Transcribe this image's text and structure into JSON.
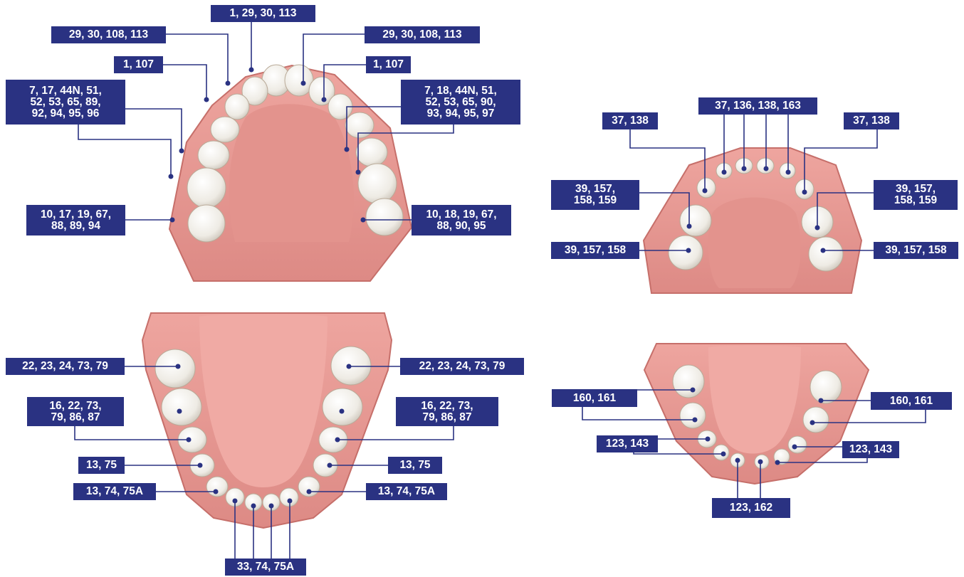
{
  "colors": {
    "label_bg": "#2a3282",
    "label_text": "#ffffff",
    "leader": "#2a3282",
    "gum": "#e89a94",
    "gum_dark": "#c96a66",
    "gum_light": "#f4b6af",
    "tooth": "#f1efe9"
  },
  "models": [
    {
      "name": "upper-left-model",
      "labels": [
        {
          "id": "ul-1",
          "text": "1, 29, 30, 113"
        },
        {
          "id": "ul-2",
          "text": "29, 30, 108, 113"
        },
        {
          "id": "ul-3",
          "text": "29, 30, 108, 113"
        },
        {
          "id": "ul-4",
          "text": "1, 107"
        },
        {
          "id": "ul-5",
          "text": "1, 107"
        },
        {
          "id": "ul-6",
          "text": "7, 17, 44N, 51,\n52, 53, 65, 89,\n92, 94, 95, 96"
        },
        {
          "id": "ul-7",
          "text": "7, 18, 44N, 51,\n52, 53, 65, 90,\n93, 94, 95, 97"
        },
        {
          "id": "ul-8",
          "text": "10, 17, 19, 67,\n88, 89, 94"
        },
        {
          "id": "ul-9",
          "text": "10, 18, 19, 67,\n88, 90, 95"
        }
      ]
    },
    {
      "name": "lower-left-model",
      "labels": [
        {
          "id": "ll-1",
          "text": "22, 23, 24, 73, 79"
        },
        {
          "id": "ll-2",
          "text": "22, 23, 24, 73, 79"
        },
        {
          "id": "ll-3",
          "text": "16, 22, 73,\n79, 86, 87"
        },
        {
          "id": "ll-4",
          "text": "16, 22, 73,\n79, 86, 87"
        },
        {
          "id": "ll-5",
          "text": "13, 75"
        },
        {
          "id": "ll-6",
          "text": "13, 75"
        },
        {
          "id": "ll-7",
          "text": "13, 74, 75A"
        },
        {
          "id": "ll-8",
          "text": "13, 74, 75A"
        },
        {
          "id": "ll-9",
          "text": "33, 74, 75A"
        }
      ]
    },
    {
      "name": "upper-right-model",
      "labels": [
        {
          "id": "ur-1",
          "text": "37, 136, 138, 163"
        },
        {
          "id": "ur-2",
          "text": "37, 138"
        },
        {
          "id": "ur-3",
          "text": "37, 138"
        },
        {
          "id": "ur-4",
          "text": "39, 157,\n158, 159"
        },
        {
          "id": "ur-5",
          "text": "39, 157,\n158, 159"
        },
        {
          "id": "ur-6",
          "text": "39, 157, 158"
        },
        {
          "id": "ur-7",
          "text": "39, 157, 158"
        }
      ]
    },
    {
      "name": "lower-right-model",
      "labels": [
        {
          "id": "lr-1",
          "text": "160, 161"
        },
        {
          "id": "lr-2",
          "text": "160, 161"
        },
        {
          "id": "lr-3",
          "text": "123, 143"
        },
        {
          "id": "lr-4",
          "text": "123, 143"
        },
        {
          "id": "lr-5",
          "text": "123, 162"
        }
      ]
    }
  ]
}
